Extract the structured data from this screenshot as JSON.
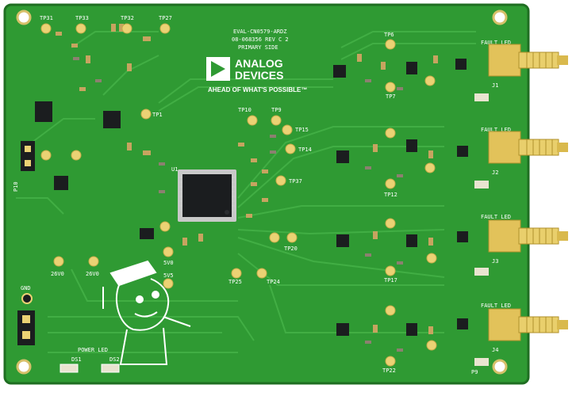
{
  "board": {
    "part_number": "EVAL-CN0579-ARDZ",
    "revision": "08-068356 REV C 2",
    "side": "PRIMARY SIDE",
    "brand_line1": "ANALOG",
    "brand_line2": "DEVICES",
    "tagline": "AHEAD OF WHAT'S POSSIBLE™",
    "colors": {
      "pcb": "#2f9a33",
      "pcb_dark": "#237a28",
      "trace": "#3fae41",
      "pad_gold": "#e9d27a",
      "chip": "#1b1d1f",
      "silk": "#ffffff"
    }
  },
  "labels": {
    "fault_led": "FAULT LED",
    "power_led": "POWER LED",
    "gnd": "GND",
    "ds1": "DS1",
    "ds2": "DS2",
    "v26": "26V0",
    "v26b": "26V0",
    "v5a": "5V0",
    "v5b": "5V5",
    "u1": "U1",
    "tp1": "TP1",
    "tp9": "TP9",
    "tp10": "TP10",
    "tp14": "TP14",
    "tp15": "TP15",
    "tp37": "TP37",
    "tp6": "TP6",
    "tp7": "TP7",
    "tp12": "TP12",
    "tp17": "TP17",
    "tp22": "TP22",
    "tp24": "TP24",
    "tp25": "TP25",
    "tp20": "TP20",
    "tp31": "TP31",
    "tp33": "TP33",
    "tp32": "TP32",
    "tp27": "TP27",
    "j1": "J1",
    "j2": "J2",
    "j3": "J3",
    "j4": "J4",
    "p10": "P10",
    "p9": "P9"
  },
  "connectors": [
    "J1",
    "J2",
    "J3",
    "J4"
  ]
}
